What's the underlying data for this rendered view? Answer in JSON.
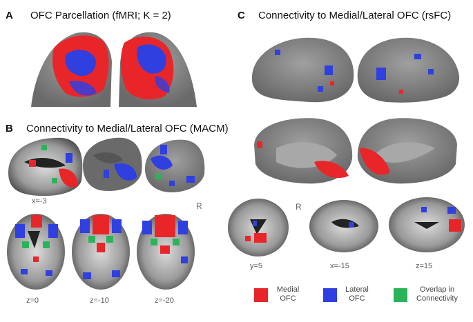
{
  "panels": {
    "a": {
      "letter": "A",
      "title": "OFC Parcellation (fMRI; K = 2)"
    },
    "b": {
      "letter": "B",
      "title": "Connectivity to Medial/Lateral OFC (MACM)",
      "slice_labels": [
        "x=-3",
        "z=0",
        "z=-10",
        "z=-20"
      ],
      "orientation": "R"
    },
    "c": {
      "letter": "C",
      "title": "Connectivity to Medial/Lateral OFC (rsFC)",
      "slice_labels": [
        "y=5",
        "x=-15",
        "z=15"
      ],
      "orientation": "R"
    }
  },
  "legend": [
    {
      "line1": "Medial",
      "line2": "OFC",
      "color": "#e8262a"
    },
    {
      "line1": "Lateral",
      "line2": "OFC",
      "color": "#2f3fe0"
    },
    {
      "line1": "Overlap in",
      "line2": "Connectivity",
      "color": "#2bb35a"
    }
  ],
  "colors": {
    "medial": "#e8262a",
    "lateral": "#2f3fe0",
    "overlap": "#2bb35a",
    "brain": "#7d7d7d"
  }
}
